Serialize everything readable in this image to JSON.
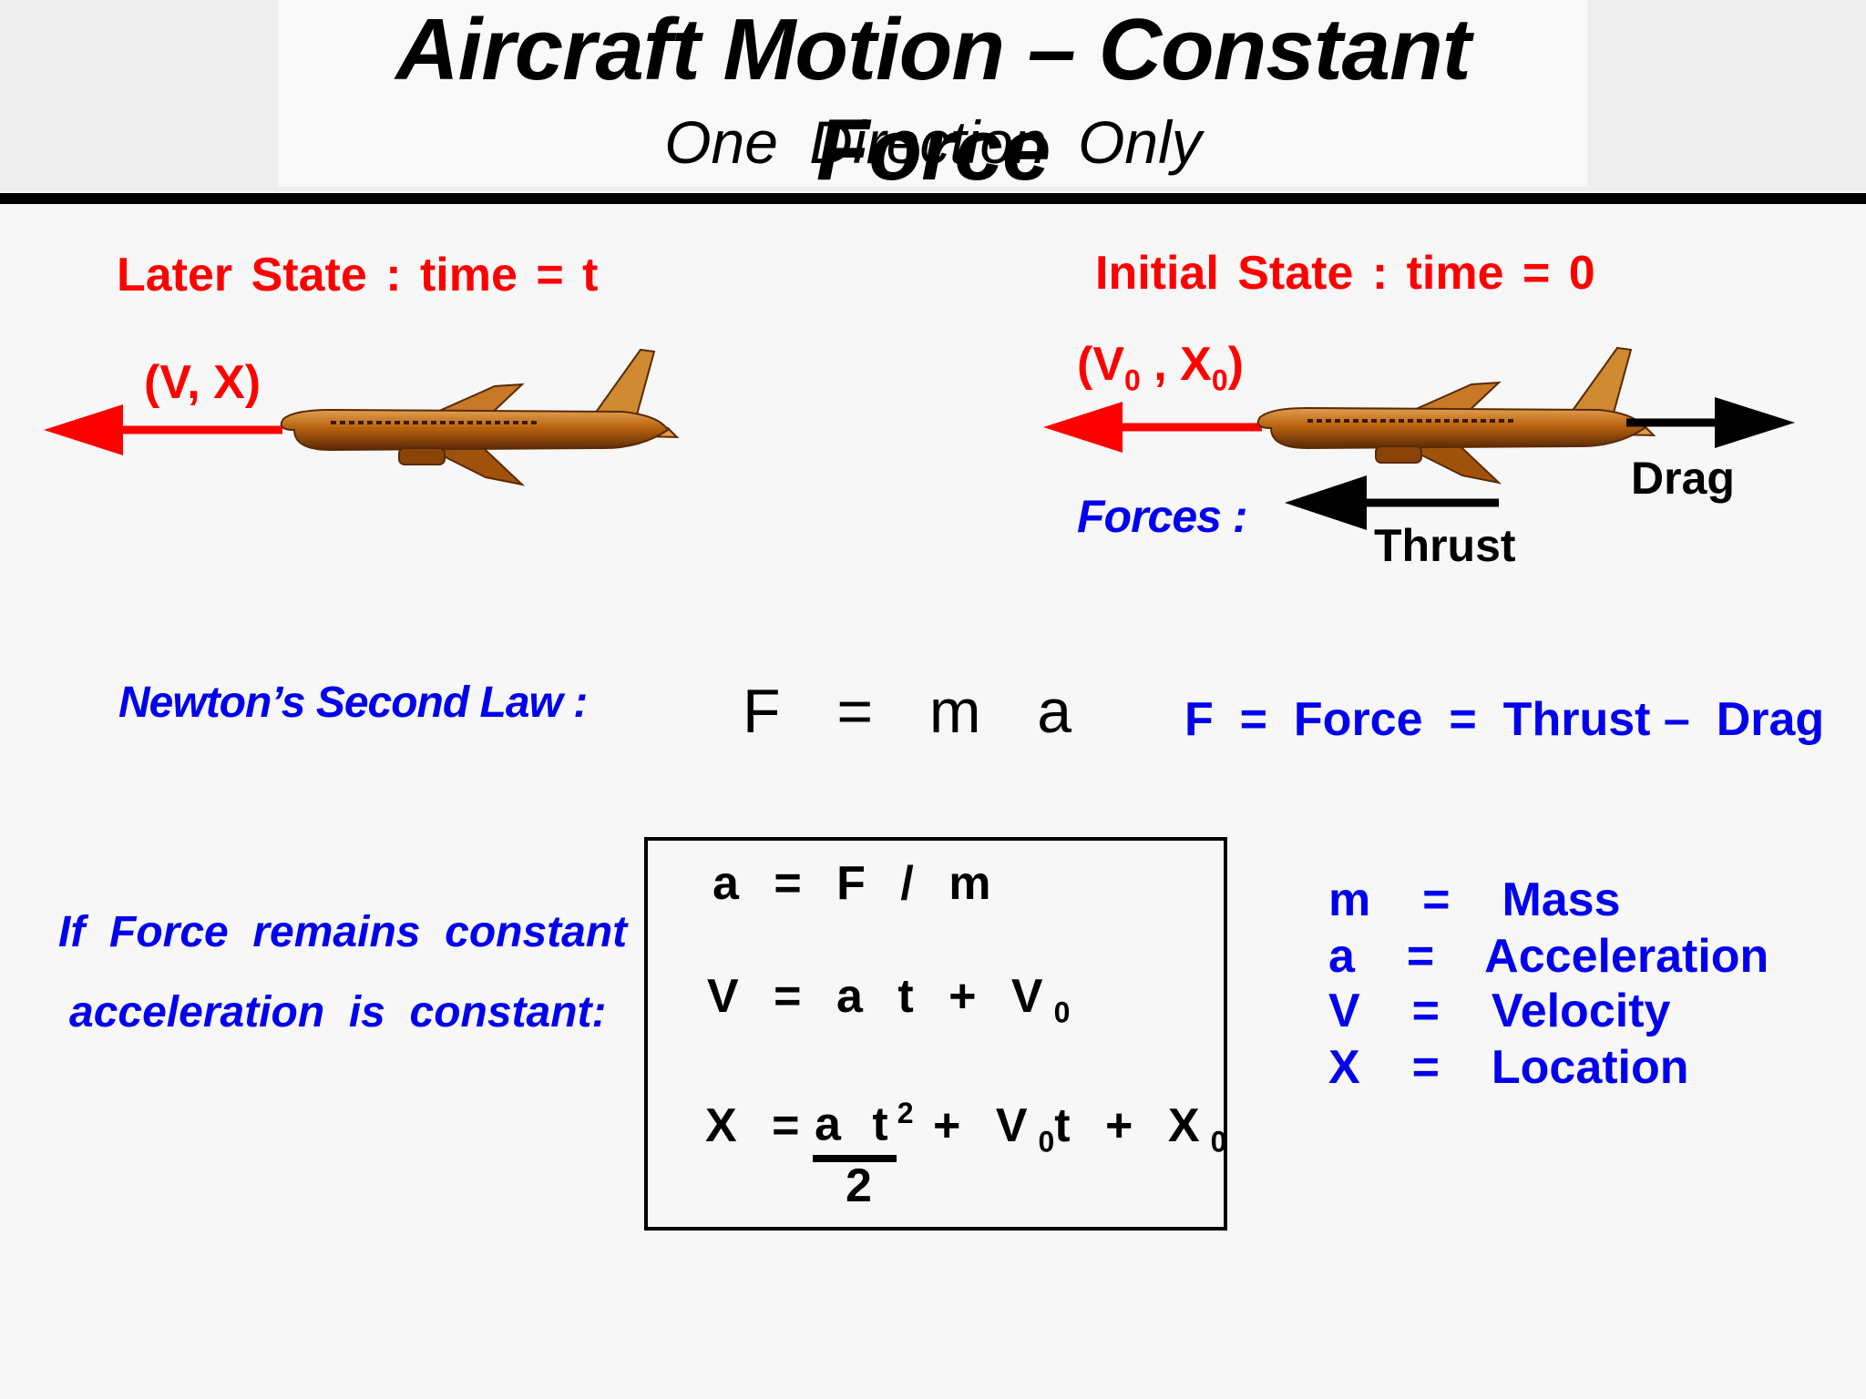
{
  "title": "Aircraft Motion – Constant Force",
  "subtitle": "One  Direction  Only",
  "later_state": {
    "label": "Later  State :  time = t",
    "vector": "(V, X)"
  },
  "initial_state": {
    "label": "Initial  State :  time = 0",
    "vector_open": "(V",
    "vector_sub1": "0",
    "vector_mid": " , X",
    "vector_sub2": "0",
    "vector_close": ")",
    "forces_label": "Forces :",
    "thrust_label": "Thrust",
    "drag_label": "Drag"
  },
  "newton": {
    "label": "Newton’s  Second  Law :",
    "equation": "F  =  m  a",
    "force_def": "F  =  Force  =  Thrust –  Drag"
  },
  "constant_note": {
    "line1": "If  Force  remains  constant",
    "line2": "acceleration  is  constant:"
  },
  "equations": {
    "eq1": "a = F / m",
    "eq2_main": "V = a t + V",
    "eq2_sub": "0",
    "eq3_prefix": "X =",
    "eq3_num": "a t",
    "eq3_sup": "2",
    "eq3_den": "2",
    "eq3_mid": "+ V",
    "eq3_sub1": "0",
    "eq3_t": "t + X",
    "eq3_sub2": "0"
  },
  "definitions": [
    {
      "symbol": "m",
      "eq": "=",
      "meaning": "Mass"
    },
    {
      "symbol": "a",
      "eq": "=",
      "meaning": "Acceleration"
    },
    {
      "symbol": "V",
      "eq": "=",
      "meaning": "Velocity"
    },
    {
      "symbol": "X",
      "eq": "=",
      "meaning": "Location"
    }
  ],
  "colors": {
    "red": "#ff0000",
    "blue": "#0000ee",
    "black": "#000000",
    "aircraft": "#b8620f"
  }
}
